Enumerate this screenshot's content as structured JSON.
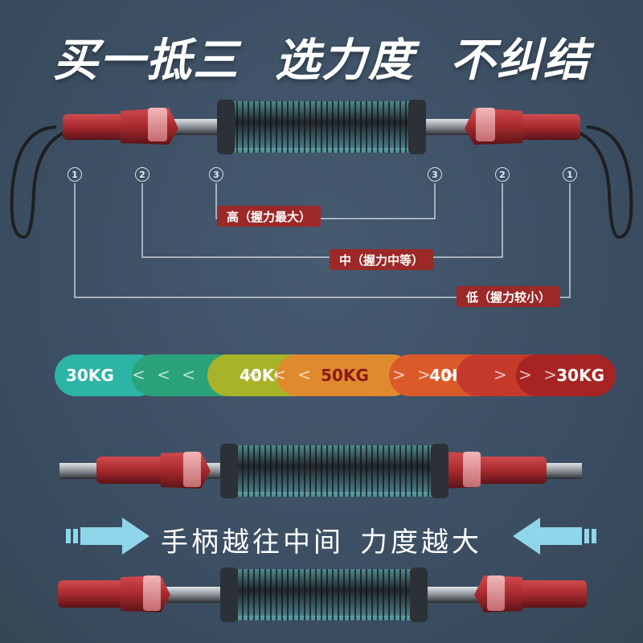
{
  "header": {
    "title_part1": "买一抵三",
    "title_part2": "选力度",
    "title_part3": "不纠结"
  },
  "markers": {
    "m1": "1",
    "m2": "2",
    "m3": "3"
  },
  "levels": {
    "high": "高（握力最大）",
    "mid": "中（握力中等）",
    "low": "低（握力较小）"
  },
  "scale": {
    "left_outer": "30KG",
    "left_inner": "40KG",
    "center": "50KG",
    "right_inner": "40KG",
    "right_outer": "30KG",
    "chevron_left": "< < <",
    "chevron_right": "> > >"
  },
  "caption": {
    "part1": "手柄越往中间",
    "part2": "力度越大"
  },
  "colors": {
    "background": "#3c4e62",
    "handle_red": "#a82a2e",
    "label_red": "#9c2828",
    "arrow_blue": "#8fd6ea"
  },
  "icons": {
    "arrow_right": "arrow-right-icon",
    "arrow_left": "arrow-left-icon"
  }
}
